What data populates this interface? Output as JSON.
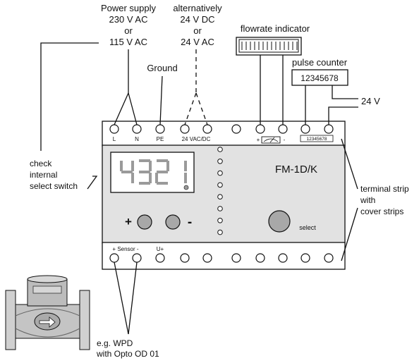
{
  "labels": {
    "power_supply": [
      "Power supply",
      "230 V AC",
      "or",
      "115 V AC"
    ],
    "alternatively": [
      "alternatively",
      "24 V DC",
      "or",
      "24 V AC"
    ],
    "ground": "Ground",
    "flowrate_indicator": "flowrate indicator",
    "pulse_counter": "pulse counter",
    "counter_value": "12345678",
    "v24": "24 V",
    "check_switch": [
      "check",
      "internal",
      "select switch"
    ],
    "terminal_strip": [
      "terminal strip",
      "with",
      "cover strips"
    ],
    "sensor_example": [
      "e.g. WPD",
      "with Opto OD 01"
    ]
  },
  "device": {
    "model": "FM-1D/K",
    "display_digits": "4321",
    "plus_label": "+",
    "minus_label": "-",
    "select_label": "select",
    "top_terminals": {
      "L": "L",
      "N": "N",
      "PE": "PE",
      "vac": "24 VAC/DC",
      "meter_plus": "+",
      "meter_minus": "-",
      "counter_tag": "12345678"
    },
    "bottom_terminals": {
      "sensor": "+ Sensor -",
      "uplus": "U+"
    }
  },
  "colors": {
    "housing": "#e2e2e2",
    "knob": "#a8a8a8",
    "segment": "#9a9a9a",
    "led_active": "#8a8a8a"
  }
}
